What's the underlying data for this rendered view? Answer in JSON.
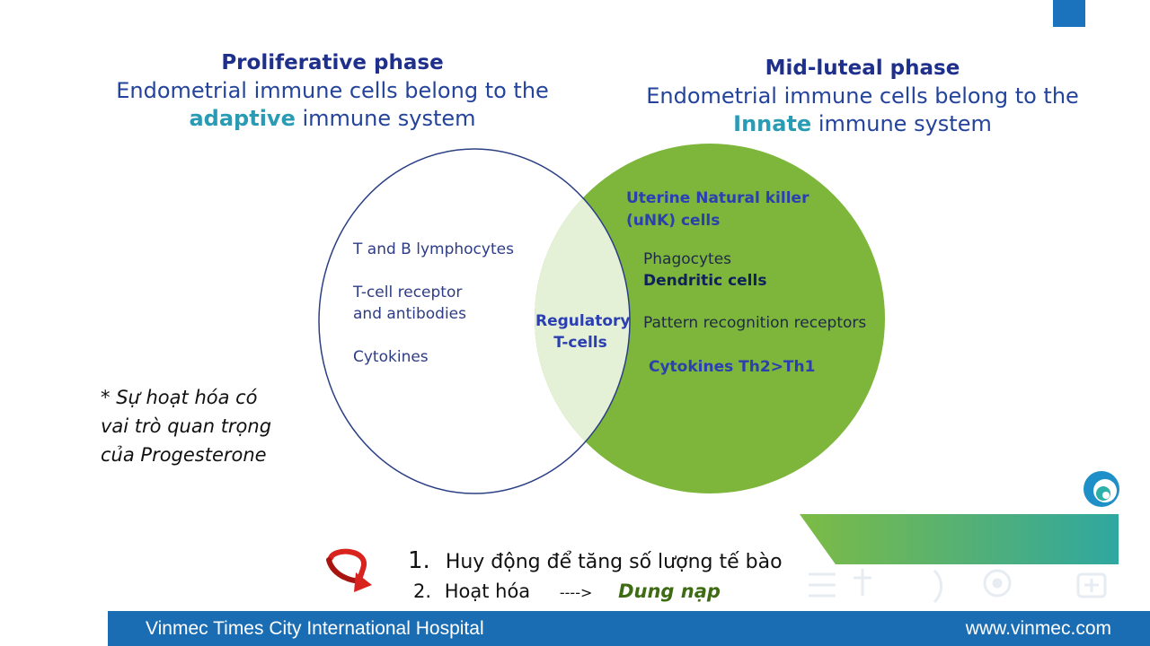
{
  "left_heading": {
    "title": "Proliferative phase",
    "line1": "Endometrial immune cells belong to the",
    "accent": "adaptive",
    "line2_rest": " immune system"
  },
  "right_heading": {
    "title": "Mid-luteal phase",
    "line1": "Endometrial immune cells belong to the",
    "accent": "Innate",
    "line2_rest": " immune system"
  },
  "left_circle": {
    "items": [
      "T and B lymphocytes",
      "T-cell receptor",
      "and antibodies",
      "Cytokines"
    ]
  },
  "overlap": {
    "line1": "Regulatory",
    "line2": "T-cells"
  },
  "right_circle": {
    "uNK1": "Uterine Natural killer",
    "uNK2": "(uNK) cells",
    "phagocytes": "Phagocytes",
    "dendritic": "Dendritic cells",
    "prr": "Pattern recognition receptors",
    "cytokines": "Cytokines Th2>Th1"
  },
  "note": {
    "line1_prefix": "* ",
    "line1": "Sự hoạt hóa có",
    "line2": "vai trò quan trọng",
    "line3": "của Progesterone"
  },
  "steps": {
    "n1": "1.",
    "item1": "Huy động để tăng số lượng tế bào",
    "n2": "2.",
    "item2": "Hoạt hóa",
    "arrow": "---->",
    "result": "Dung nạp"
  },
  "footer": {
    "hospital": "Vinmec Times City International Hospital",
    "website": "www.vinmec.com"
  },
  "colors": {
    "green": "#7db63b",
    "overlap": "#e4f1d6",
    "footer": "#1b6db3",
    "arrow": "#d9231e"
  }
}
